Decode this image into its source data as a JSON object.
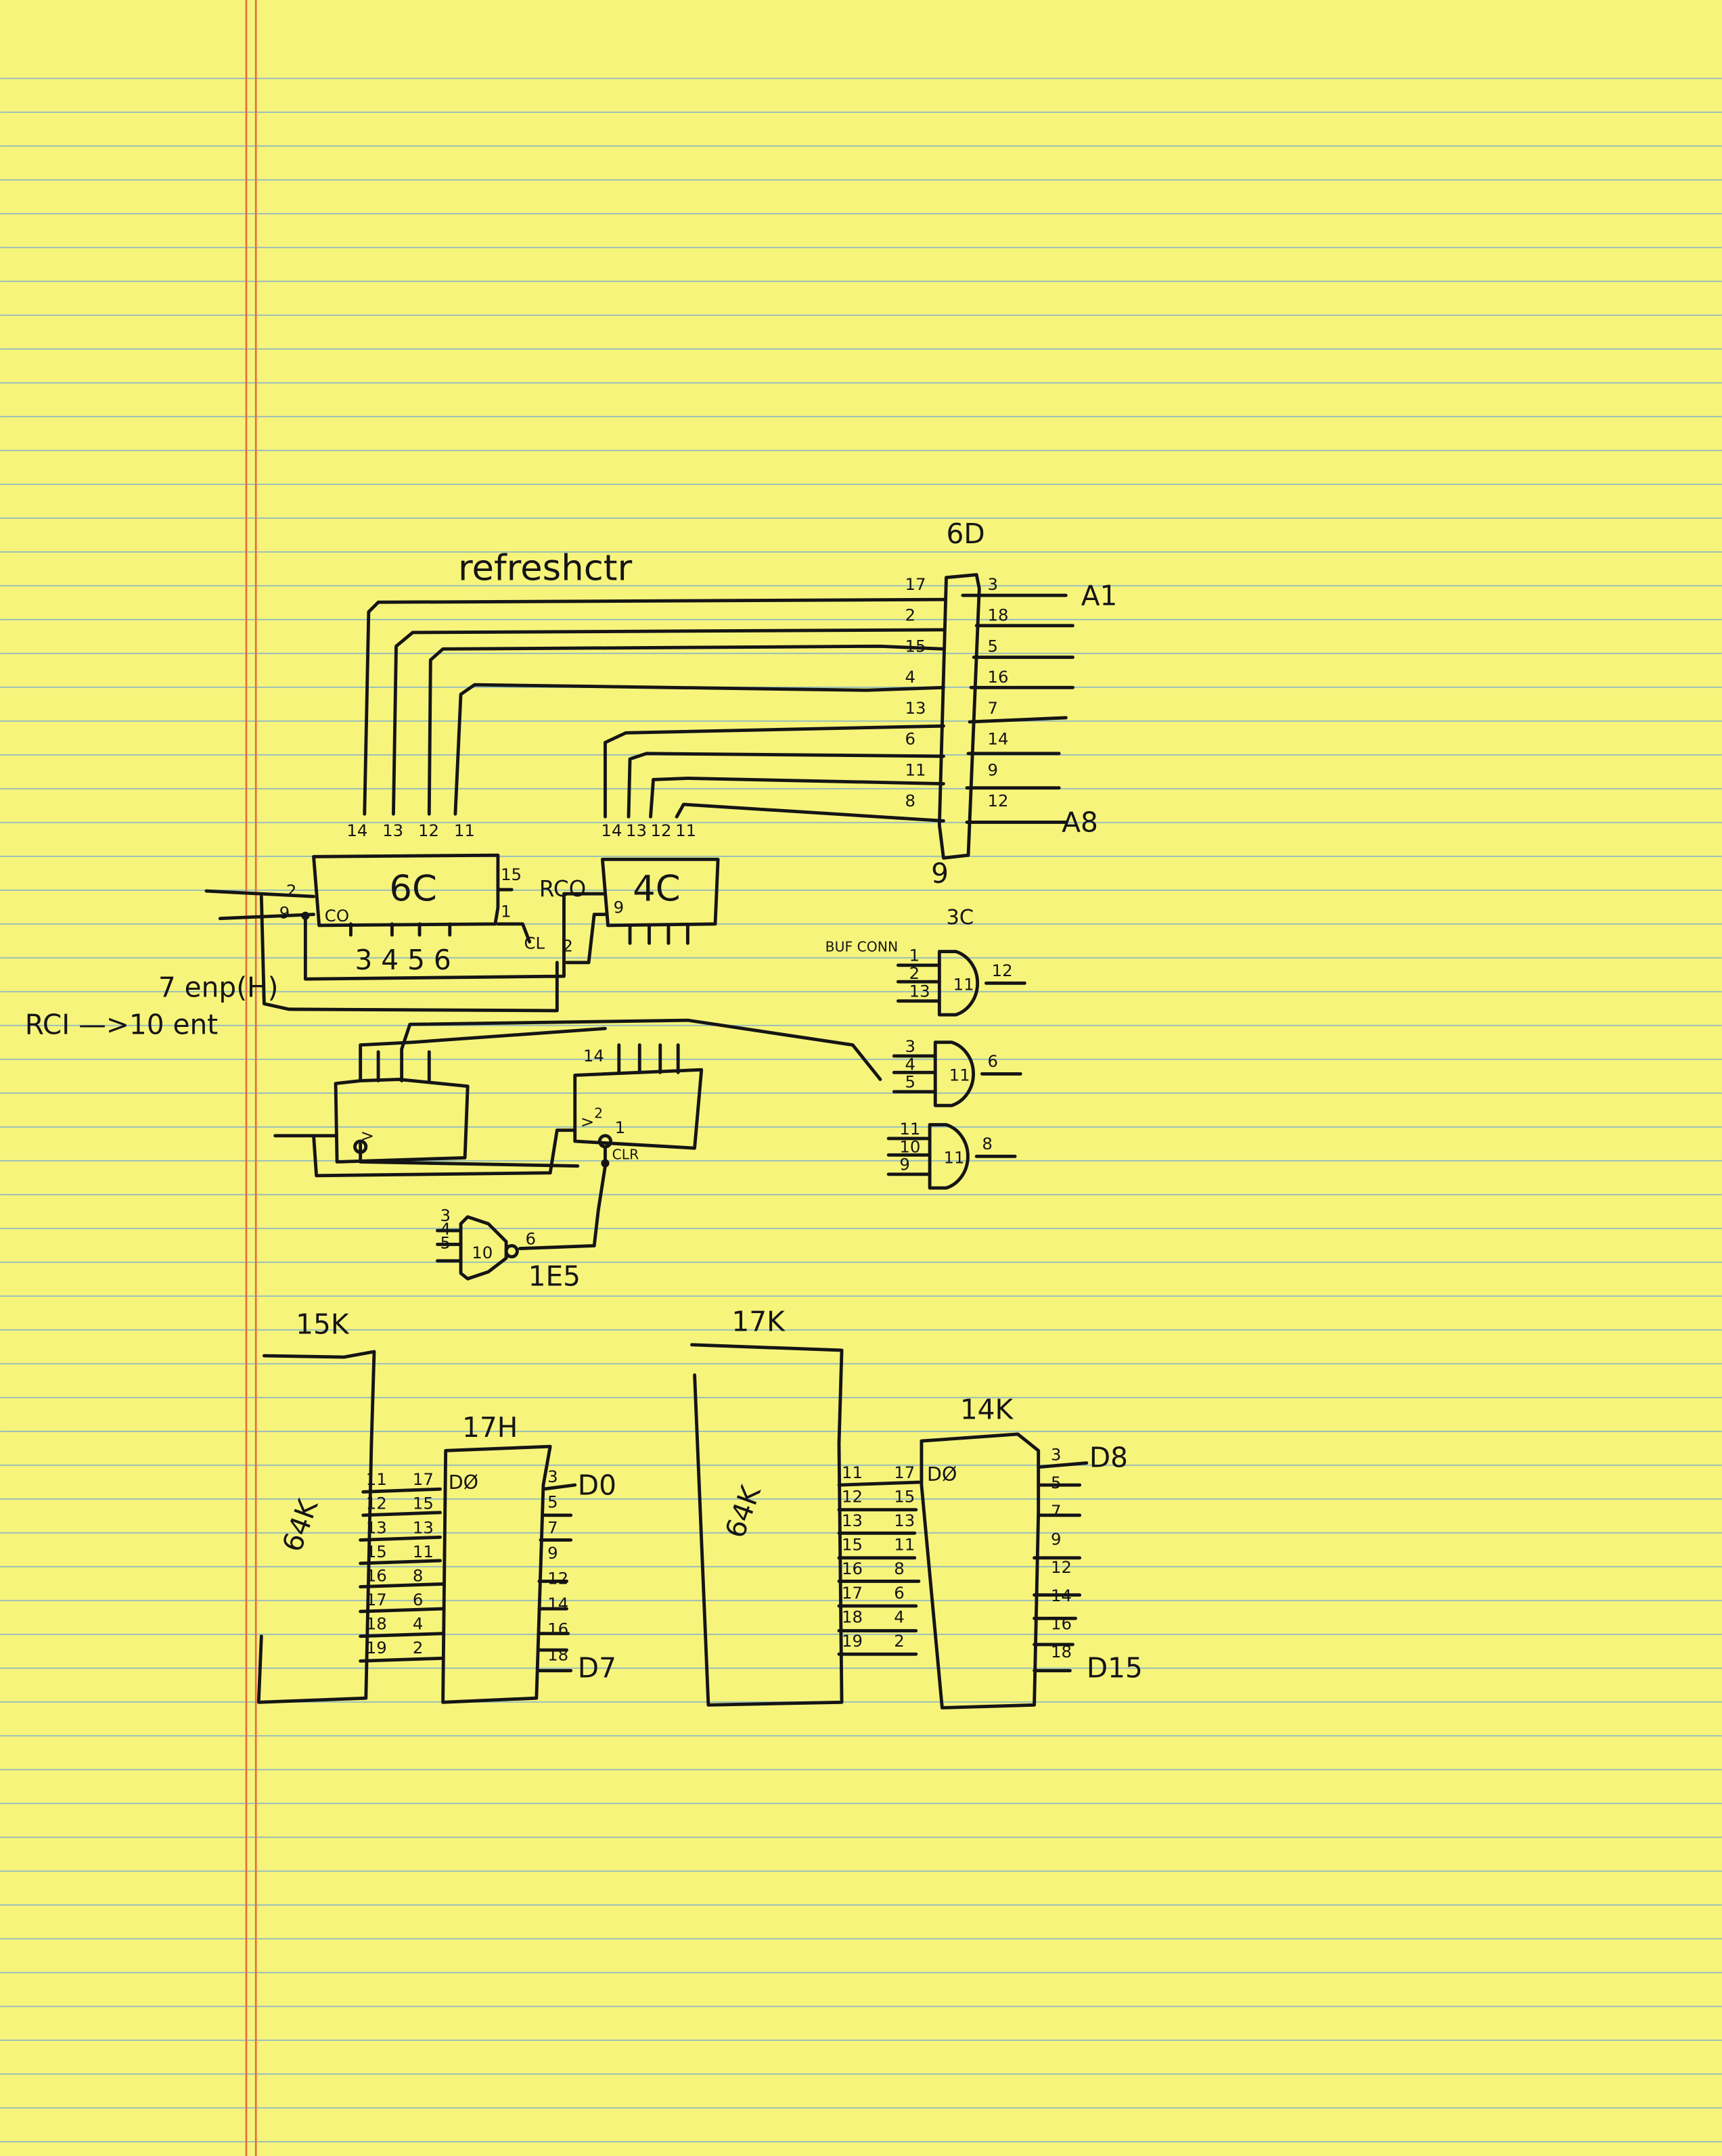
{
  "paper": {
    "paper_color": "#f7f47c",
    "rule_color": "#9bbfb8",
    "margin_color": "#ea6a3c",
    "ink_color": "#151515"
  },
  "title": "refreshctr",
  "chip_6d": {
    "label": "6D",
    "left_pins": [
      "17",
      "2",
      "15",
      "4",
      "13",
      "6",
      "11",
      "8"
    ],
    "right_pins": [
      "3",
      "18",
      "5",
      "16",
      "7",
      "14",
      "9",
      "12"
    ],
    "bottom_pin": "9",
    "sub_label": "3C",
    "out_first": "A1",
    "out_last": "A8"
  },
  "chip_6c": {
    "label": "6C",
    "top_pins": [
      "14",
      "13",
      "12",
      "11"
    ],
    "bottom_pins": "3 4 5 6",
    "clk_pin": "2",
    "pin_9": "9",
    "co": "CO",
    "pin_15": "15",
    "rco": "RCO",
    "pin_1": "1",
    "cl": "CL",
    "cl_pin": "2"
  },
  "chip_4c": {
    "label": "4C",
    "top_pins": [
      "14",
      "13",
      "12",
      "11"
    ],
    "pin_9": "9"
  },
  "notes": {
    "enp": "7 enp(H)",
    "ent": "RCI —>10 ent"
  },
  "lower_counter": {
    "top_pin": "14",
    "clk_pin": "2",
    "clr_pin": "1",
    "clr": "CLR"
  },
  "gate_1e": {
    "inputs": [
      "3",
      "4",
      "5"
    ],
    "unit": "10",
    "output": "6",
    "label": "1E5"
  },
  "gates_3c": [
    {
      "note": "BUF CONN",
      "inputs": [
        "1",
        "2",
        "13"
      ],
      "unit": "11",
      "output": "12"
    },
    {
      "inputs": [
        "3",
        "4",
        "5"
      ],
      "unit": "11",
      "output": "6"
    },
    {
      "inputs": [
        "11",
        "10",
        "9"
      ],
      "unit": "11",
      "output": "8"
    }
  ],
  "ram_15k": {
    "label": "15K",
    "type": "64K",
    "pins": [
      "11",
      "12",
      "13",
      "15",
      "16",
      "17",
      "18",
      "19"
    ]
  },
  "buf_17h": {
    "label": "17H",
    "in_pins": [
      "17",
      "15",
      "13",
      "11",
      "8",
      "6",
      "4",
      "2"
    ],
    "d_label": "DØ",
    "out_pins": [
      "3",
      "5",
      "7",
      "9",
      "12",
      "14",
      "16",
      "18"
    ],
    "out_first": "D0",
    "out_last": "D7"
  },
  "ram_17k": {
    "label": "17K",
    "type": "64K",
    "pins": [
      "11",
      "12",
      "13",
      "15",
      "16",
      "17",
      "18",
      "19"
    ]
  },
  "buf_14k": {
    "label": "14K",
    "in_pins": [
      "17",
      "15",
      "13",
      "11",
      "8",
      "6",
      "4",
      "2"
    ],
    "d_label": "DØ",
    "out_pins": [
      "3",
      "5",
      "7",
      "9",
      "12",
      "14",
      "16",
      "18"
    ],
    "out_first": "D8",
    "out_last": "D15"
  }
}
